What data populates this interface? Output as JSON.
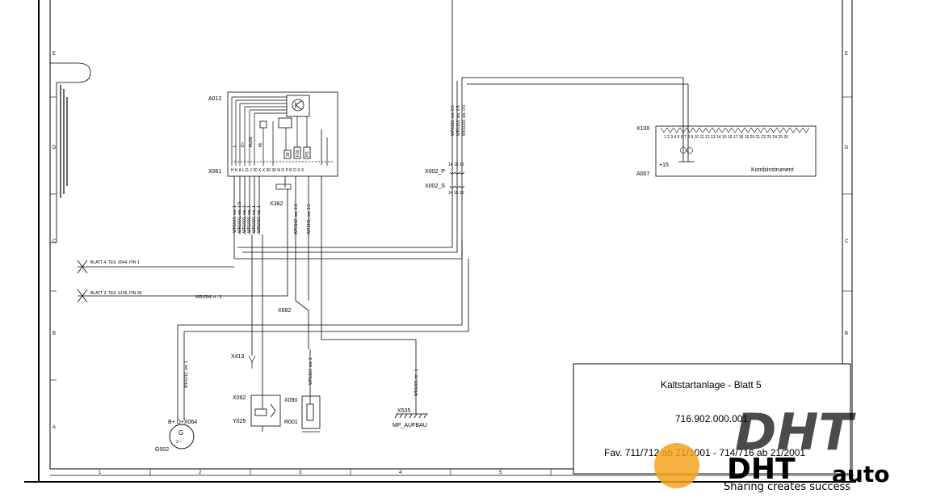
{
  "title_block": {
    "title": "Kaltstartanlage - Blatt 5",
    "drawing_number": "716.902.000.001",
    "models": "Fav. 711/712 ab 21/1001 - 714/716 ab 21/2001"
  },
  "row_markers": [
    "E",
    "D",
    "C",
    "B",
    "A"
  ],
  "column_markers": [
    "1",
    "2",
    "3",
    "4",
    "5"
  ],
  "components": {
    "a012": "A012",
    "x061": "X061",
    "x100": "X100",
    "a007": "A007",
    "kombi": "Kombiinstrument",
    "plus15": "+15",
    "x002p": "X002_P",
    "x002s": "X002_S",
    "x002_pins": "14 15 16",
    "x382": "X382",
    "x682": "X682",
    "x413": "X413",
    "x092": "X092",
    "y025": "Y025",
    "x090": "X090",
    "r001": "R001",
    "x535": "X535",
    "mp_aufbau": "MP_AUFBAU",
    "g002": "G002",
    "alternator_label": "B+ D+X064",
    "gen_g": "G",
    "gen_3": "3 ~",
    "x061_pins": "H K A L G J 30 X X 30 30 N O P R D X X",
    "x100_pins": "1 2 3 4 5 6 7 8 9 10 11 12 13 14 15 16 17 18 19 20 21 22 23 24 25 26",
    "a012_inner": [
      "L",
      "D+",
      "Ma30",
      "Mr"
    ],
    "a012_inner_right": [
      "30",
      "F30",
      "PS"
    ]
  },
  "references": {
    "ref1": "BLATT 4, TEIL    X644, PIN    1",
    "ref2": "BLATT 2, TEIL    X145, PIN    30"
  },
  "wires": {
    "w_bundle": [
      "WR1010, ws, 1",
      "WR1001, ws, 1.5",
      "WR1002, ws, 1",
      "WR1003, ws, 1",
      "WR1004, ws, 1",
      "WR1020, ws, 1"
    ],
    "w_a": "WR1102, ws, 2.5",
    "w_b": "WR1101, ws, 2.5",
    "w_right": [
      "WR1102, ws, 0.5",
      "WR1103, ws, 0.5",
      "WR1020, ws, 0.5"
    ],
    "w_mid": "WR1004, rt , 3",
    "w_ground": "WR1012, ws, 1",
    "w_r001": "WR1103, ws, 3",
    "w_x535": "WR1305, br , 1"
  },
  "watermark": {
    "big": "DHT",
    "brand_left": "DHT",
    "brand_right": "auto",
    "tagline": "Sharing creates success"
  }
}
